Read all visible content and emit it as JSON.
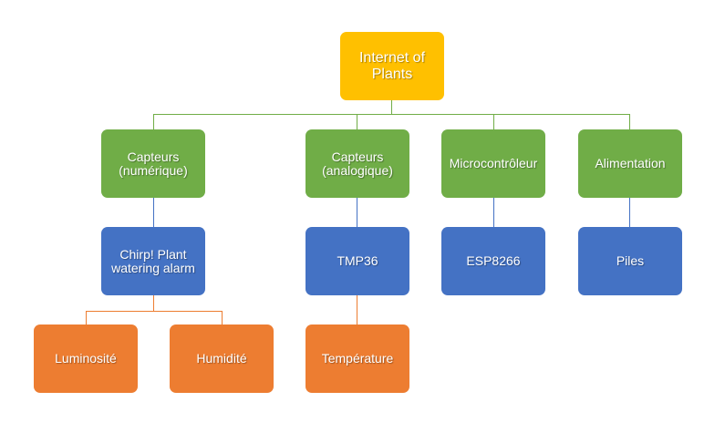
{
  "diagram": {
    "type": "org-chart",
    "colors": {
      "root": "#ffc000",
      "category": "#70ad47",
      "component": "#4472c4",
      "measure": "#ed7d31"
    },
    "root": {
      "label": "Internet of\nPlants"
    },
    "categories": [
      {
        "label": "Capteurs\n(numérique)"
      },
      {
        "label": "Capteurs\n(analogique)"
      },
      {
        "label": "Microcontrôleur"
      },
      {
        "label": "Alimentation"
      }
    ],
    "components": [
      {
        "label": "Chirp! Plant\nwatering alarm",
        "parent": "Capteurs (numérique)"
      },
      {
        "label": "TMP36",
        "parent": "Capteurs (analogique)"
      },
      {
        "label": "ESP8266",
        "parent": "Microcontrôleur"
      },
      {
        "label": "Piles",
        "parent": "Alimentation"
      }
    ],
    "measures": [
      {
        "label": "Luminosité",
        "parent": "Chirp! Plant watering alarm"
      },
      {
        "label": "Humidité",
        "parent": "Chirp! Plant watering alarm"
      },
      {
        "label": "Température",
        "parent": "TMP36"
      }
    ]
  }
}
